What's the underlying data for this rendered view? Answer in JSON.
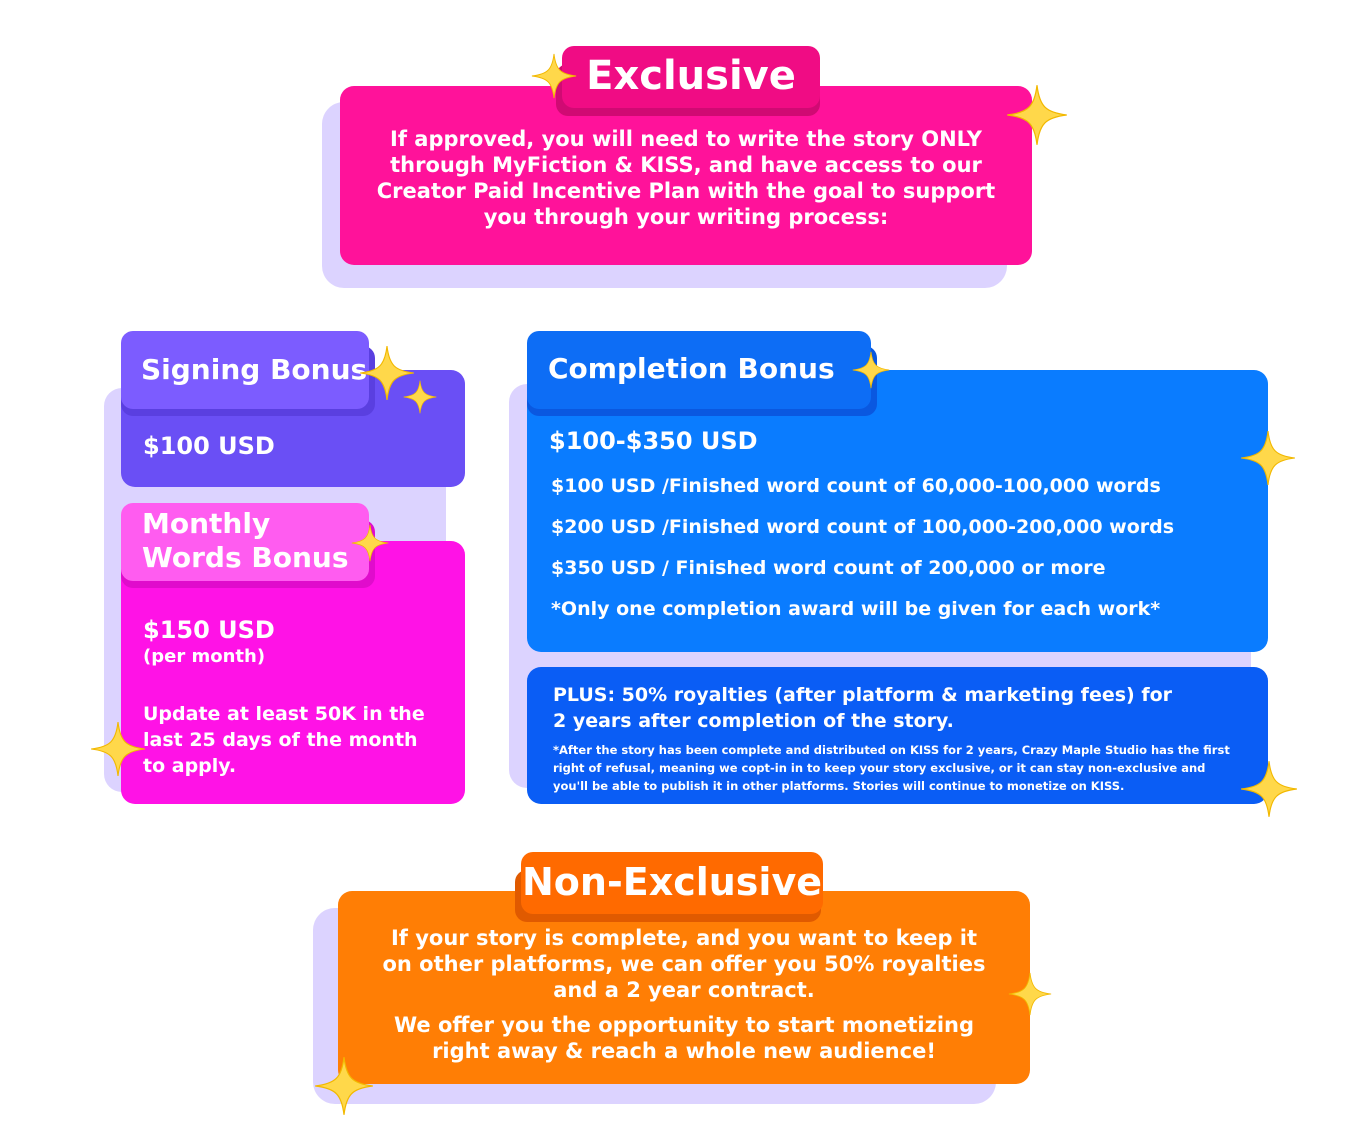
{
  "colors": {
    "exclusive": "#ff129a",
    "exclusive_tab": "#f00c84",
    "signing": "#6a4ff5",
    "signing_tab": "#7c5cff",
    "monthly": "#ff12e6",
    "monthly_tab": "#ff5cf0",
    "completion": "#0a7cff",
    "completion_tab": "#0d6df5",
    "plus": "#0a5df5",
    "nonexclusive": "#ff7e05",
    "nonexclusive_tab": "#ff6a00",
    "shadow": "#dcd3ff",
    "sparkle": "#ffd84a"
  },
  "exclusive": {
    "title": "Exclusive",
    "body_lines": [
      "If approved, you will need to write the story ONLY",
      "through MyFiction & KISS, and have access to our",
      "Creator Paid Incentive Plan with the goal to support",
      "you through your writing process:"
    ]
  },
  "signing": {
    "title": "Signing Bonus",
    "amount": "$100 USD"
  },
  "monthly": {
    "title_line1": "Monthly",
    "title_line2": "Words Bonus",
    "amount": "$150 USD",
    "period": "(per month)",
    "desc_lines": [
      "Update at least 50K in the",
      "last 25 days of the month",
      "to apply."
    ]
  },
  "completion": {
    "title": "Completion Bonus",
    "range": "$100-$350 USD",
    "tiers": [
      "$100 USD /Finished word count of 60,000-100,000 words",
      "$200 USD /Finished word count of 100,000-200,000 words",
      "$350 USD / Finished word count of 200,000 or more"
    ],
    "note": "*Only one completion award will be given for each work*"
  },
  "plus": {
    "headline_lines": [
      "PLUS: 50% royalties (after platform & marketing fees) for",
      "2 years after completion of the story."
    ],
    "fine_lines": [
      "*After the story has been complete and distributed on KISS for 2 years, Crazy Maple Studio has the first",
      "right of refusal, meaning we copt-in in to keep your story exclusive, or it can stay non-exclusive and",
      "you'll be able to publish it in other platforms. Stories will continue to monetize on KISS."
    ]
  },
  "nonexclusive": {
    "title": "Non-Exclusive",
    "para1_lines": [
      "If your story is complete, and you want to keep it",
      "on other platforms, we can offer you 50% royalties",
      "and a 2 year contract."
    ],
    "para2_lines": [
      "We offer you the opportunity to start monetizing",
      "right away & reach a whole new audience!"
    ]
  },
  "icons": [
    "sparkle-icon"
  ]
}
